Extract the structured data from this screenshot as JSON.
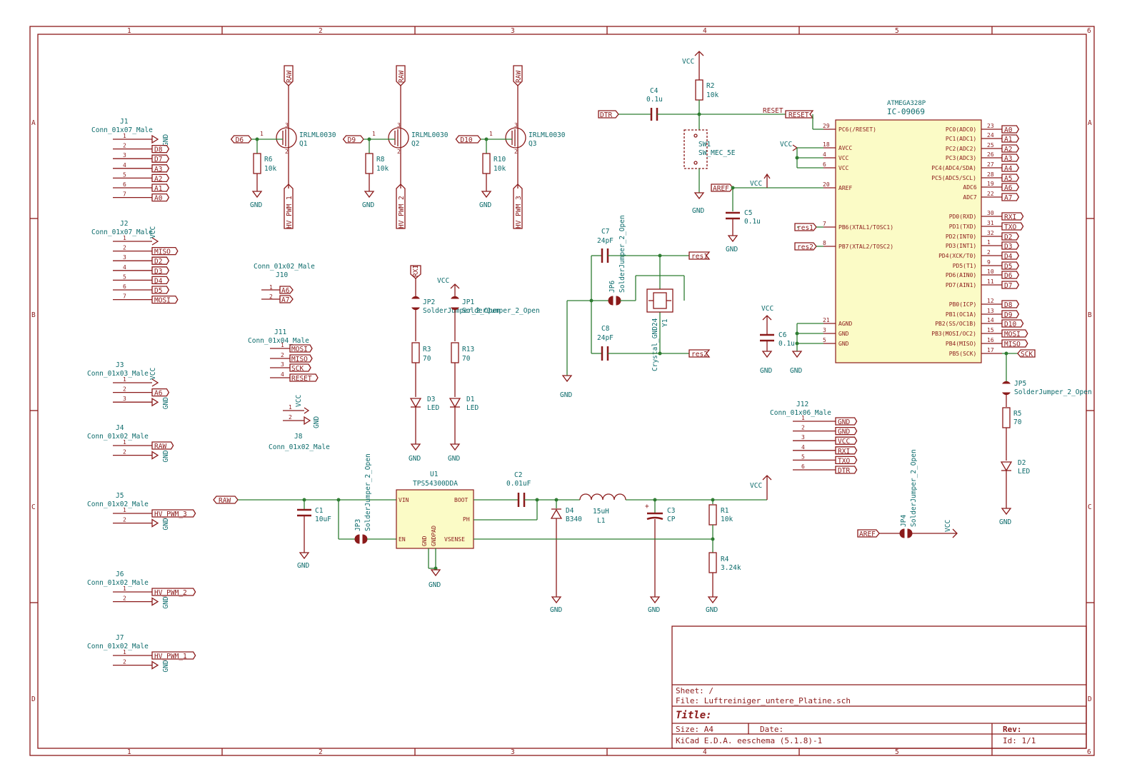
{
  "frame": {
    "col_labels": [
      "1",
      "2",
      "3",
      "4",
      "5",
      "6"
    ],
    "row_labels": [
      "A",
      "B",
      "C",
      "D"
    ]
  },
  "title_block": {
    "sheet": "Sheet: /",
    "file": "File: Luftreiniger_untere_Platine.sch",
    "title": "Title:",
    "size": "Size: A4",
    "date": "Date:",
    "rev": "Rev:",
    "tool": "KiCad E.D.A.  eeschema (5.1.8)-1",
    "id": "Id: 1/1"
  },
  "connectors": [
    {
      "ref": "J1",
      "value": "Conn_01x07_Male",
      "pins": [
        "1",
        "2",
        "3",
        "4",
        "5",
        "6",
        "7"
      ],
      "nets": [
        "GND",
        "D8",
        "D7",
        "A3",
        "A2",
        "A1",
        "A0"
      ]
    },
    {
      "ref": "J2",
      "value": "Conn_01x07_Male",
      "pins": [
        "1",
        "2",
        "3",
        "4",
        "5",
        "6",
        "7"
      ],
      "nets": [
        "VCC",
        "MISO",
        "D2",
        "D3",
        "D4",
        "D5",
        "MOSI"
      ]
    },
    {
      "ref": "J3",
      "value": "Conn_01x03_Male",
      "pins": [
        "1",
        "2",
        "3"
      ],
      "nets": [
        "VCC",
        "A6",
        "GND"
      ]
    },
    {
      "ref": "J4",
      "value": "Conn_01x02_Male",
      "pins": [
        "1",
        "2"
      ],
      "nets": [
        "RAW",
        "GND"
      ]
    },
    {
      "ref": "J5",
      "value": "Conn_01x02_Male",
      "pins": [
        "1",
        "2"
      ],
      "nets": [
        "HV_PWM_3",
        "GND"
      ]
    },
    {
      "ref": "J6",
      "value": "Conn_01x02_Male",
      "pins": [
        "1",
        "2"
      ],
      "nets": [
        "HV_PWM_2",
        "GND"
      ]
    },
    {
      "ref": "J7",
      "value": "Conn_01x02_Male",
      "pins": [
        "1",
        "2"
      ],
      "nets": [
        "HV_PWM_1",
        "GND"
      ]
    }
  ],
  "j10": {
    "value": "Conn_01x02_Male",
    "ref": "J10",
    "pins": [
      "1",
      "2"
    ],
    "nets": [
      "A6",
      "A7"
    ]
  },
  "j11": {
    "ref": "J11",
    "value": "Conn_01x04_Male",
    "pins": [
      "1",
      "2",
      "3",
      "4"
    ],
    "nets": [
      "MOSI",
      "MISO",
      "SCK",
      "RESET"
    ]
  },
  "j8": {
    "ref": "J8",
    "value": "Conn_01x02_Male",
    "pins": [
      "1",
      "2"
    ],
    "nets": [
      "VCC",
      "GND"
    ]
  },
  "j12": {
    "ref": "J12",
    "value": "Conn_01x06_Male",
    "pins": [
      "1",
      "2",
      "3",
      "4",
      "5",
      "6"
    ],
    "nets": [
      "GND",
      "GND",
      "VCC",
      "RXI",
      "TXO",
      "DTR"
    ]
  },
  "mosfets": [
    {
      "ref": "Q1",
      "value": "IRLML0030",
      "gate": "D6",
      "res": "R6",
      "res_val": "10k",
      "drain_top": "RAW",
      "drain_bottom": "HV_PWM_1",
      "gnd": "GND"
    },
    {
      "ref": "Q2",
      "value": "IRLML0030",
      "gate": "D9",
      "res": "R8",
      "res_val": "10k",
      "drain_top": "RAW",
      "drain_bottom": "HV_PWM_2",
      "gnd": "GND"
    },
    {
      "ref": "Q3",
      "value": "IRLML0030",
      "gate": "D10",
      "res": "R10",
      "res_val": "10k",
      "drain_top": "RAW",
      "drain_bottom": "HV_PWM_3",
      "gnd": "GND"
    }
  ],
  "led_chain": {
    "jp2": "JP2",
    "jp2_val": "SolderJumper_2_Open",
    "jp1": "JP1",
    "jp1_val": "SolderJumper_2_Open",
    "rxi": "RXI",
    "vcc": "VCC",
    "r3": "R3",
    "r3_val": "70",
    "r13": "R13",
    "r13_val": "70",
    "d3": "D3",
    "d3_val": "LED",
    "d1": "D1",
    "d1_val": "LED",
    "gnd": "GND"
  },
  "reset_area": {
    "vcc": "VCC",
    "r2": "R2",
    "r2_val": "10k",
    "c4": "C4",
    "c4_val": "0.1u",
    "dtr": "DTR",
    "sw": "SW1",
    "sw_val": "SW_MEC_5E",
    "gnd": "GND",
    "reset": "RESET",
    "aref": "AREF",
    "c5": "C5",
    "c5_val": "0.1u",
    "gnd2": "GND"
  },
  "crystal": {
    "c7": "C7",
    "c7_val": "24pF",
    "c8": "C8",
    "c8_val": "24pF",
    "jp6": "JP6",
    "jp6_val": "SolderJumper_2_Open",
    "y1": "Y1",
    "y1_val": "Crystal_GND24",
    "res1": "res1",
    "res2": "res2",
    "gnd": "GND"
  },
  "mcu": {
    "ref": "IC-09069",
    "value": "ATMEGA328P",
    "left_pins": [
      {
        "num": "29",
        "name": "PC6(/RESET)"
      },
      {
        "num": "18",
        "name": "AVCC"
      },
      {
        "num": "4",
        "name": "VCC"
      },
      {
        "num": "6",
        "name": "VCC"
      },
      {
        "num": "20",
        "name": "AREF"
      },
      {
        "num": "7",
        "name": "PB6(XTAL1/TOSC1)"
      },
      {
        "num": "8",
        "name": "PB7(XTAL2/TOSC2)"
      },
      {
        "num": "21",
        "name": "AGND"
      },
      {
        "num": "3",
        "name": "GND"
      },
      {
        "num": "5",
        "name": "GND"
      }
    ],
    "right_pins": [
      {
        "num": "23",
        "name": "PC0(ADC0)",
        "net": "A0"
      },
      {
        "num": "24",
        "name": "PC1(ADC1)",
        "net": "A1"
      },
      {
        "num": "25",
        "name": "PC2(ADC2)",
        "net": "A2"
      },
      {
        "num": "26",
        "name": "PC3(ADC3)",
        "net": "A3"
      },
      {
        "num": "27",
        "name": "PC4(ADC4/SDA)",
        "net": "A4"
      },
      {
        "num": "28",
        "name": "PC5(ADC5/SCL)",
        "net": "A5"
      },
      {
        "num": "19",
        "name": "ADC6",
        "net": "A6"
      },
      {
        "num": "22",
        "name": "ADC7",
        "net": "A7"
      },
      {
        "num": "30",
        "name": "PD0(RXD)",
        "net": "RXI"
      },
      {
        "num": "31",
        "name": "PD1(TXD)",
        "net": "TXO"
      },
      {
        "num": "32",
        "name": "PD2(INT0)",
        "net": "D2"
      },
      {
        "num": "1",
        "name": "PD3(INT1)",
        "net": "D3"
      },
      {
        "num": "2",
        "name": "PD4(XCK/T0)",
        "net": "D4"
      },
      {
        "num": "9",
        "name": "PD5(T1)",
        "net": "D5"
      },
      {
        "num": "10",
        "name": "PD6(AIN0)",
        "net": "D6"
      },
      {
        "num": "11",
        "name": "PD7(AIN1)",
        "net": "D7"
      },
      {
        "num": "12",
        "name": "PB0(ICP)",
        "net": "D8"
      },
      {
        "num": "13",
        "name": "PB1(OC1A)",
        "net": "D9"
      },
      {
        "num": "14",
        "name": "PB2(SS/OC1B)",
        "net": "D10"
      },
      {
        "num": "15",
        "name": "PB3(MOSI/OC2)",
        "net": "MOSI"
      },
      {
        "num": "16",
        "name": "PB4(MISO)",
        "net": "MISO"
      },
      {
        "num": "17",
        "name": "PB5(SCK)",
        "net": "SCK"
      }
    ],
    "vcc": "VCC",
    "c6": "C6",
    "c6_val": "0.1u",
    "gnd": "GND",
    "res1": "res1",
    "res2": "res2"
  },
  "jp5": {
    "ref": "JP5",
    "value": "SolderJumper_2_Open",
    "r5": "R5",
    "r5_val": "70",
    "d2": "D2",
    "d2_val": "LED",
    "gnd": "GND"
  },
  "jp4": {
    "ref": "JP4",
    "value": "SolderJumper_2_Open",
    "aref": "AREF",
    "vcc": "VCC"
  },
  "regulator": {
    "u1": "U1",
    "u1_val": "TPS54300DDA",
    "raw": "RAW",
    "c1": "C1",
    "c1_val": "10uF",
    "jp3": "JP3",
    "jp3_val": "SolderJumper_2_Open",
    "c2": "C2",
    "c2_val": "0.01uF",
    "d4": "D4",
    "d4_val": "B340",
    "l1": "L1",
    "l1_val": "15uH",
    "c3": "C3",
    "c3_val": "CP",
    "r1": "R1",
    "r1_val": "10k",
    "r4": "R4",
    "r4_val": "3.24k",
    "vcc": "VCC",
    "gnd": "GND",
    "pins": {
      "vin": "VIN",
      "en": "EN",
      "boot": "BOOT",
      "ph": "PH",
      "vsense": "VSENSE",
      "gnd": "GND",
      "gndpad": "GNDPAD"
    }
  }
}
